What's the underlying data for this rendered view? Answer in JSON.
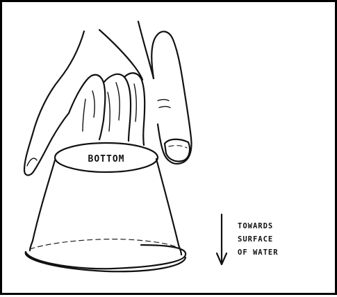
{
  "figure": {
    "cup_label": "BOTTOM",
    "caption_lines": [
      "TOWARDS",
      "SURFACE",
      "OF WATER"
    ],
    "border_color": "#000000",
    "ink_color": "#111111",
    "arrow_direction": "down"
  }
}
